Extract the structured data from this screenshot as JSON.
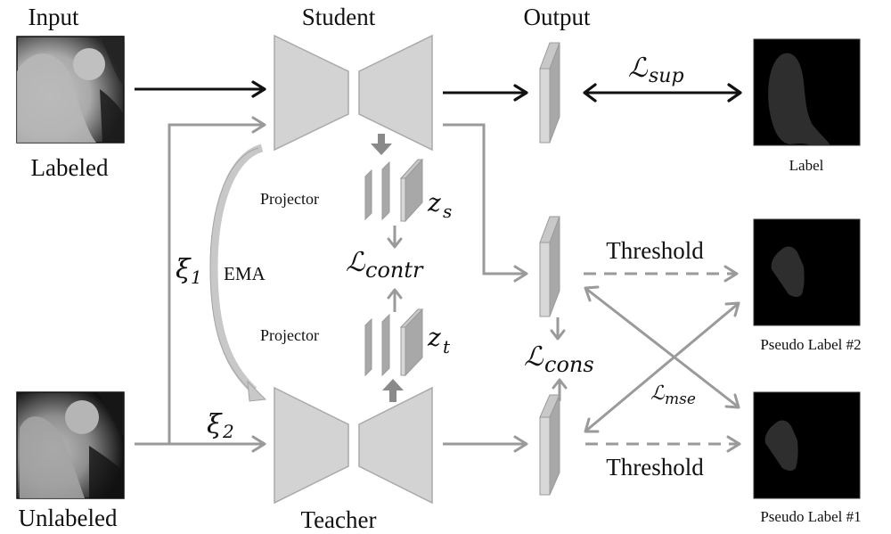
{
  "figure": {
    "title_labels": {
      "input": "Input",
      "student": "Student",
      "output": "Output",
      "teacher": "Teacher"
    },
    "images": {
      "labeled_caption": "Labeled",
      "unlabeled_caption": "Unlabeled",
      "label_caption": "Label",
      "pseudo_label_2_caption": "Pseudo Label #2",
      "pseudo_label_1_caption": "Pseudo Label #1"
    },
    "annotations": {
      "projector_student": "Projector",
      "projector_teacher": "Projector",
      "ema": "EMA",
      "threshold_top": "Threshold",
      "threshold_bottom": "Threshold",
      "xi1_base": "ξ",
      "xi1_sub": "1",
      "xi2_base": "ξ",
      "xi2_sub": "2",
      "zs_base": "z",
      "zs_sub": "s",
      "zt_base": "z",
      "zt_sub": "t"
    },
    "losses": {
      "script_L": "ℒ",
      "sup": "sup",
      "contr": "contr",
      "cons": "cons",
      "mse": "mse"
    },
    "colors": {
      "background": "#ffffff",
      "network_fill": "#d3d3d3",
      "gray_arrow": "#9a9a9a",
      "black_arrow": "#111111",
      "mask_background": "#000000",
      "mask_foreground": "#2e2e2e"
    }
  }
}
